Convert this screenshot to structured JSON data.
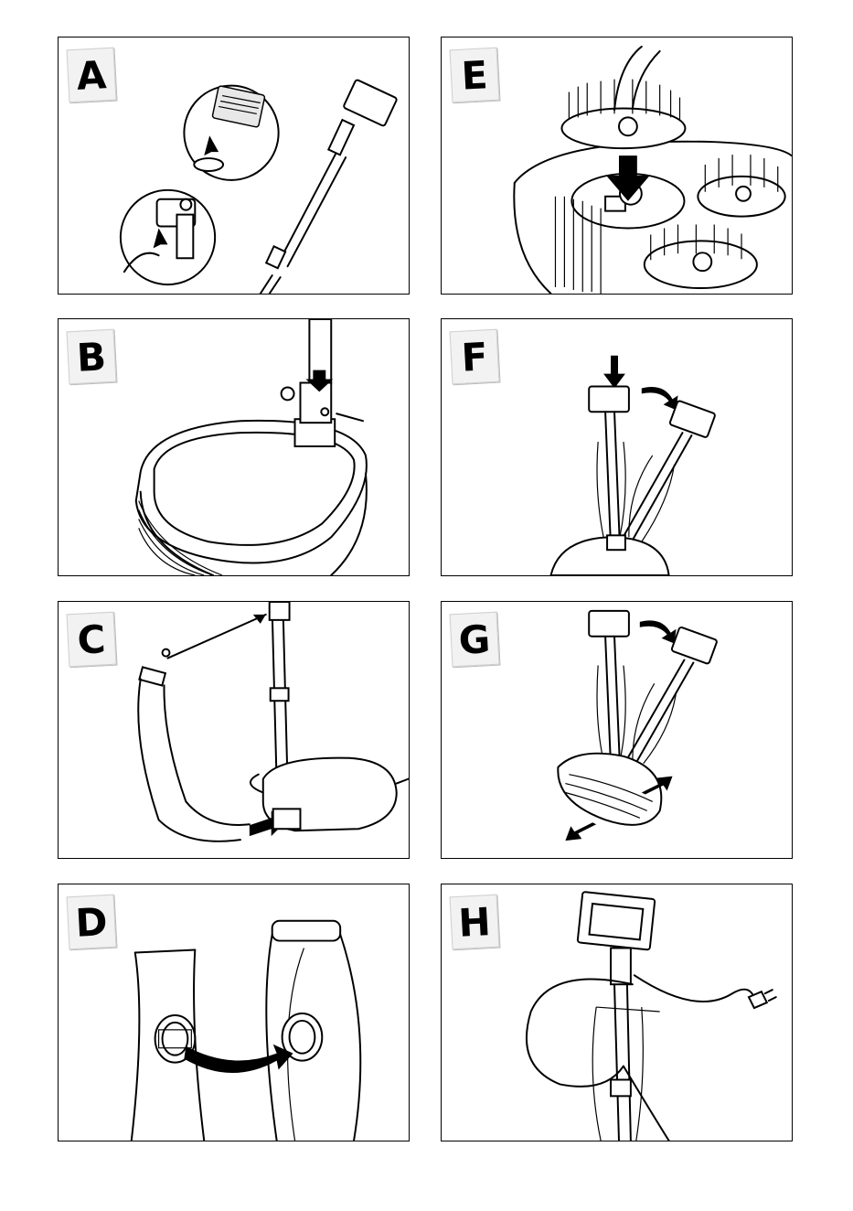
{
  "panels": [
    {
      "id": "A",
      "label": "A"
    },
    {
      "id": "E",
      "label": "E"
    },
    {
      "id": "B",
      "label": "B"
    },
    {
      "id": "F",
      "label": "F"
    },
    {
      "id": "C",
      "label": "C"
    },
    {
      "id": "G",
      "label": "G"
    },
    {
      "id": "D",
      "label": "D"
    },
    {
      "id": "H",
      "label": "H"
    }
  ]
}
